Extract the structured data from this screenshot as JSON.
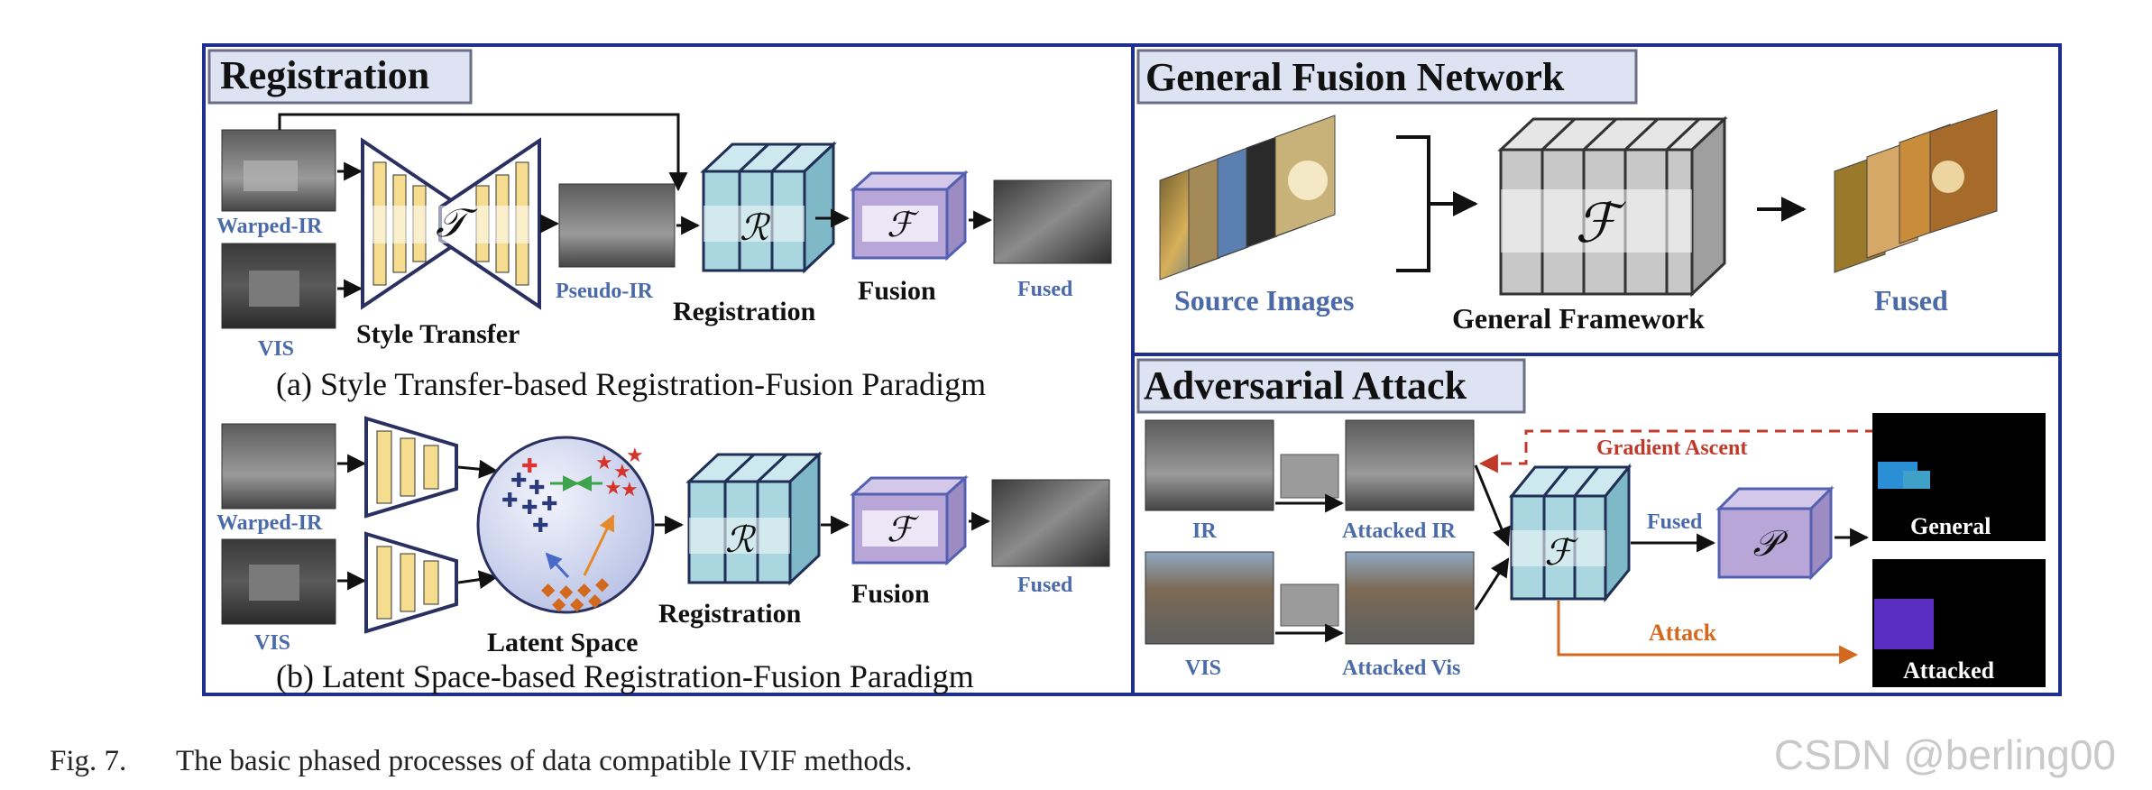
{
  "panels": {
    "registration": {
      "title": "Registration",
      "top": {
        "warped_ir": "Warped-IR",
        "vis": "VIS",
        "style_transfer": "Style Transfer",
        "t_symbol": "𝒯",
        "pseudo_ir": "Pseudo-IR",
        "registration": "Registration",
        "r_symbol": "ℛ",
        "fusion": "Fusion",
        "f_symbol": "ℱ",
        "fused": "Fused",
        "caption": "(a) Style Transfer-based Registration-Fusion Paradigm"
      },
      "bottom": {
        "warped_ir": "Warped-IR",
        "vis": "VIS",
        "latent_space": "Latent Space",
        "registration": "Registration",
        "r_symbol": "ℛ",
        "fusion": "Fusion",
        "f_symbol": "ℱ",
        "fused": "Fused",
        "caption": "(b) Latent Space-based Registration-Fusion Paradigm"
      }
    },
    "general": {
      "title": "General Fusion Network",
      "source_images": "Source Images",
      "framework": "General Framework",
      "f_symbol": "ℱ",
      "fused": "Fused"
    },
    "adversarial": {
      "title": "Adversarial Attack",
      "ir": "IR",
      "attacked_ir": "Attacked IR",
      "vis": "VIS",
      "attacked_vis": "Attacked Vis",
      "gradient_ascent": "Gradient Ascent",
      "f_symbol": "ℱ",
      "fused": "Fused",
      "p_symbol": "𝒫",
      "attack": "Attack",
      "general": "General",
      "attacked": "Attacked"
    }
  },
  "caption": {
    "number": "Fig. 7.",
    "text": "The basic phased processes of data compatible IVIF methods."
  },
  "watermark": "CSDN @berling00",
  "colors": {
    "frame": "#1f2f8f",
    "label_blue": "#4a6aa8",
    "cube_teal": "#a9d6df",
    "cube_purple": "#b8a6d8",
    "encoder_yellow": "#f6dc8e",
    "gradient_red": "#c0392b",
    "attack_orange": "#d2691e"
  }
}
